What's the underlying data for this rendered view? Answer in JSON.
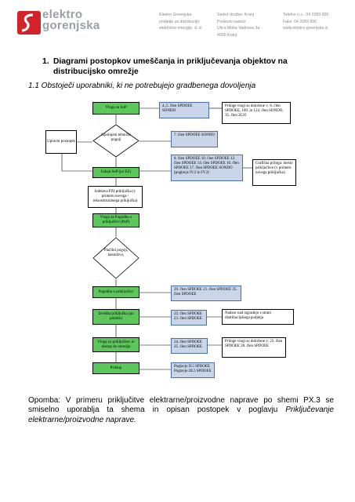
{
  "header": {
    "logo_line1": "elektro",
    "logo_line2": "gorenjska",
    "col1": [
      "Elektro Gorenjska",
      "podjetje za distribucijo",
      "električne energije, d. d."
    ],
    "col2": [
      "Sedež družbe: Kranj",
      "Poslovni naslov:",
      "Ulica Mirka Vadnova 3a",
      "4000 Kranj"
    ],
    "col3": [
      "Telefon n.c.: 04 2083 000",
      "Faks: 04 2083 600",
      "",
      "www.elektro-gorenjska.si"
    ]
  },
  "heading": {
    "number": "1.",
    "text": "Diagrami postopkov umeščanja in priključevanja objektov na distribucijsko omrežje"
  },
  "subheading": "1.1 Obstoječi uporabniki, ki ne potrebujejo gradbenega dovoljenja",
  "flow": {
    "upravni": "Upravni postopek",
    "vloga_sop": "Vloga za SoP",
    "doc_vloga": "4.,5. člen SPDOEE SONDO",
    "note_vloga": "Priloge vlogi so določene v: 6. člen SPDOEE, 109. in 124. člen SONDO, 35. člen ZGO",
    "izpolnjeni": "Izpolnjeni tehnični pogoji",
    "doc_7": "7. člen SPDOEE SONDO",
    "izdaja": "Izdaja SoP (po EZ)",
    "doc_8": "8. člen SPDOEE 10. člen SPDOEE 12. člen SPDOEE 14. člen SPDOEE 16. člen SPDOEE 17. člen SPDOEE SONDO (poglavje IV.2 in IV.3)",
    "note_graf": "Grafična priloga: mesto priključitve (v primeru novega priključka)",
    "pzi": "Izdelava PZI priključka (v primeru novega / rekonstruiranega priključka)",
    "vloga_pop": "Vloga za Pogodbo o priključitvi (PoP)",
    "placilni": "Plačilni pogoji, lastništvo,",
    "pogodba": "Pogodba o priključitvi",
    "doc_20": "20. člen SPDOEE 21. člen SPDOEE 25. člen SPDOEE",
    "izvedba": "Izvedba priključka (po potrebi)",
    "doc_22": "22. člen SPDOEE 23. člen SPDOEE",
    "note_nadzor": "Nadzor nad izgradnjo s strani distribucijskega podjetja",
    "vloga_prik": "Vloga za priključitev in dostop do omrežja",
    "doc_24": "24. člen SPDOEE 25. člen SPDOEE",
    "note_24": "Priloge vlogi so določene v: 23. člen SPDOEE 28. člen SPDOEE",
    "priklop": "Priklop",
    "doc_pog": "Poglavje II.5 SPDOEE Poglavje III.3 SPDOEE"
  },
  "footer": {
    "text_plain": "Opomba: V primeru priključitve elektrarne/proizvodne naprave po shemi PX.3 se smiselno uporablja ta shema in opisan postopek v poglavju ",
    "text_italic": "Priključevanje elektrarne/proizvodne naprave."
  },
  "colors": {
    "green": "#5cc85c",
    "doc_blue": "#c9d6ea"
  }
}
